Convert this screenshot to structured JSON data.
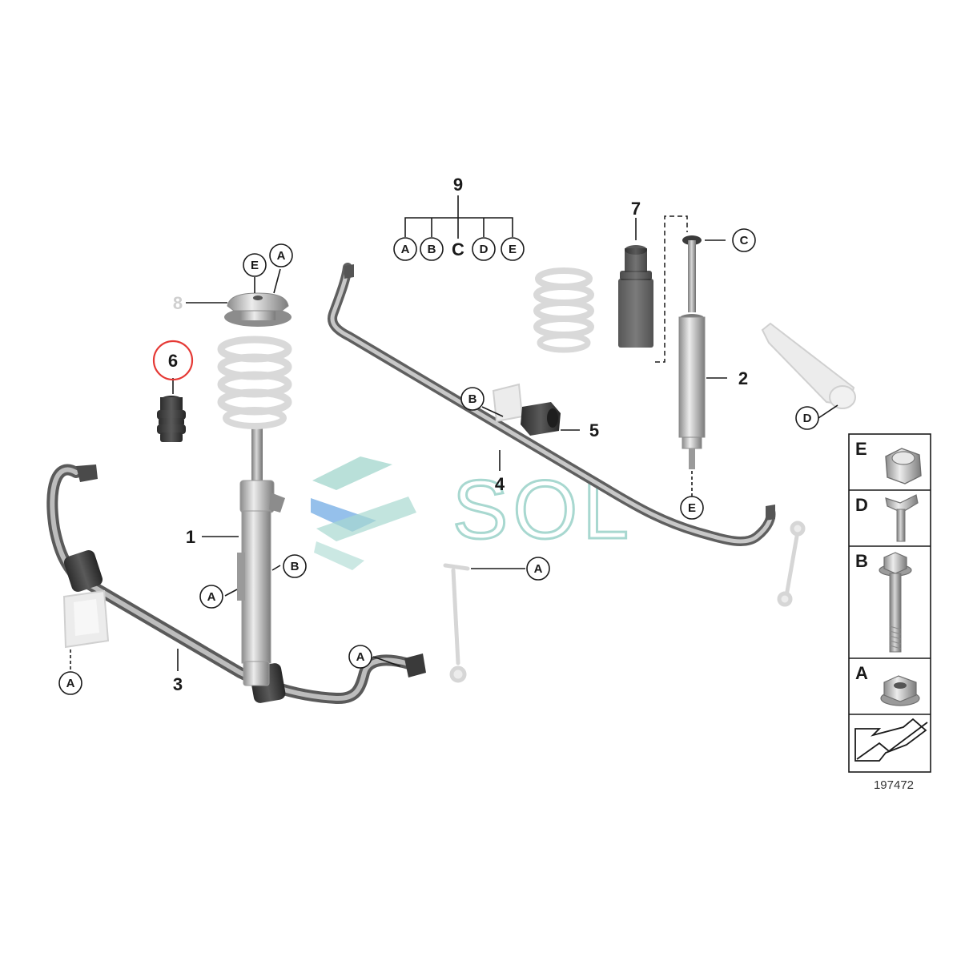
{
  "diagram": {
    "part_numbers": [
      {
        "id": "1",
        "label": "1"
      },
      {
        "id": "2",
        "label": "2"
      },
      {
        "id": "3",
        "label": "3"
      },
      {
        "id": "4",
        "label": "4"
      },
      {
        "id": "5",
        "label": "5"
      },
      {
        "id": "6",
        "label": "6",
        "highlighted": true
      },
      {
        "id": "7",
        "label": "7"
      },
      {
        "id": "8",
        "label": "8",
        "faint": true
      },
      {
        "id": "9",
        "label": "9"
      }
    ],
    "group_9_members": [
      "A",
      "B",
      "C",
      "D",
      "E"
    ],
    "callout_letters": {
      "a": "A",
      "b": "B",
      "c": "C",
      "d": "D",
      "e": "E"
    },
    "fastener_key": [
      {
        "letter": "E",
        "icon": "hex-cap-nut-icon"
      },
      {
        "letter": "D",
        "icon": "wing-bolt-icon"
      },
      {
        "letter": "B",
        "icon": "flange-bolt-icon"
      },
      {
        "letter": "A",
        "icon": "flange-nut-icon"
      }
    ],
    "diagram_id": "197472",
    "watermark": "SOL",
    "colors": {
      "highlight": "#e53935",
      "watermark": "#a8d8d0",
      "watermark_blue": "#7ab0e6",
      "part_dark": "#3c3c3c",
      "part_mid": "#8a8a8a",
      "ghost": "#d9d9d9"
    }
  }
}
